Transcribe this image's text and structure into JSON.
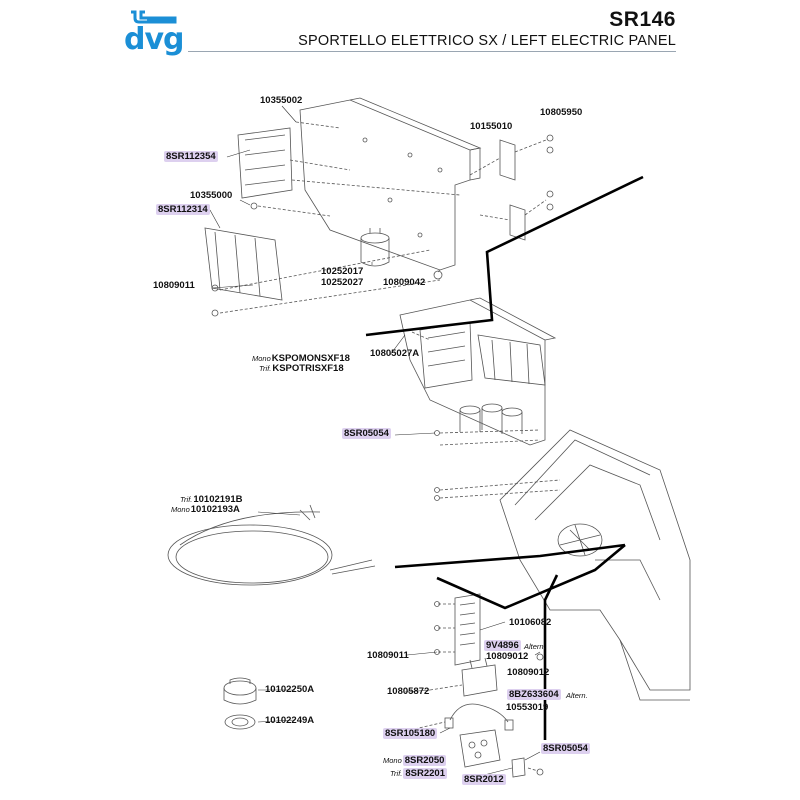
{
  "header": {
    "logo_text": "dvg",
    "model": "SR146",
    "subtitle": "SPORTELLO ELETTRICO SX / LEFT ELECTRIC PANEL"
  },
  "labels": {
    "p10355002": "10355002",
    "p10805950": "10805950",
    "p10155010": "10155010",
    "p8SR112354": "8SR112354",
    "p10355000": "10355000",
    "p8SR112314": "8SR112314",
    "p10252017": "10252017",
    "p10252027": "10252027",
    "p10809042": "10809042",
    "p10809011a": "10809011",
    "p10805027A": "10805027A",
    "p_mono_kspo": "KSPOMONSXF18",
    "p_trif_kspo": "KSPOTRISXF18",
    "p8SR05054a": "8SR05054",
    "p10102191B": "10102191B",
    "p10102193A": "10102193A",
    "p10106082": "10106082",
    "p9V4896": "9V4896",
    "p10809012a": "10809012",
    "p10809011b": "10809011",
    "p10809012b": "10809012",
    "p10805872": "10805872",
    "p8BZ633604": "8BZ633604",
    "p10553019": "10553019",
    "p8SR105180": "8SR105180",
    "p8SR05054b": "8SR05054",
    "p8SR2050": "8SR2050",
    "p8SR2201": "8SR2201",
    "p8SR2012": "8SR2012",
    "p10102250A": "10102250A",
    "p10102249A": "10102249A"
  },
  "prefixes": {
    "mono": "Mono",
    "trif": "Trif.",
    "alternative": "Altern."
  },
  "colors": {
    "highlight": "#ddd0ef",
    "logo_blue": "#1b8fd6",
    "line": "#000000"
  }
}
